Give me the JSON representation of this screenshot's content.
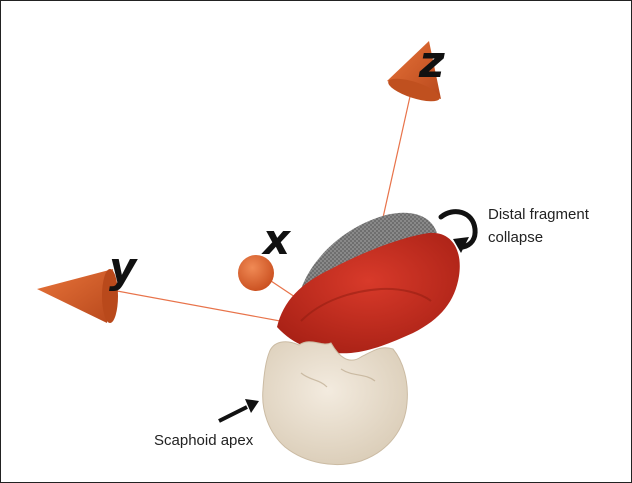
{
  "figure": {
    "axes": {
      "x": "x",
      "y": "y",
      "z": "z"
    },
    "labels": {
      "distal_line1": "Distal fragment",
      "distal_line2": "collapse",
      "scaphoid_apex": "Scaphoid apex"
    },
    "colors": {
      "axis_cone": "#d9622b",
      "axis_line": "#e8734a",
      "distal_fragment": "#c42b1c",
      "cartilage_mesh": "#6e6e6e",
      "proximal_bone": "#e9dfcf",
      "arrow": "#111111"
    },
    "icons": [
      "curved-rotation-arrow-icon",
      "pointer-arrow-icon"
    ]
  }
}
